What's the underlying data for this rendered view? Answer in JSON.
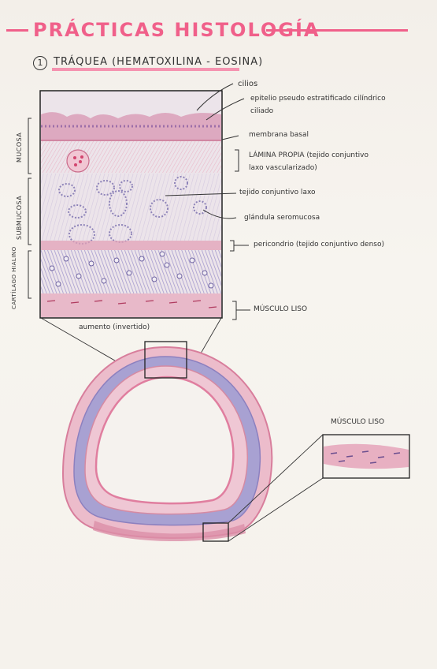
{
  "header": {
    "title": "PRÁCTICAS HISTOLOGÍA",
    "item_number": "1",
    "subtitle": "TRÁQUEA (HEMATOXILINA - EOSINA)"
  },
  "layer_labels": {
    "mucosa": "MUCOSA",
    "submucosa": "SUBMUCOSA",
    "cartilago": "CARTÍLAGO HIALINO"
  },
  "annotations": {
    "cilios": "cilios",
    "epitelio_1": "epitelio pseudo estratificado cilíndrico",
    "epitelio_2": "ciliado",
    "membrana": "membrana basal",
    "lamina_1": "LÁMINA PROPIA (tejido conjuntivo",
    "lamina_2": "laxo vascularizado)",
    "conjuntivo": "tejido conjuntivo laxo",
    "glandula": "glándula seromucosa",
    "pericondrio": "pericondrio (tejido conjuntivo denso)",
    "musculo": "MÚSCULO LISO"
  },
  "magnification": "aumento (invertido)",
  "inset_label": "MÚSCULO LISO"
}
